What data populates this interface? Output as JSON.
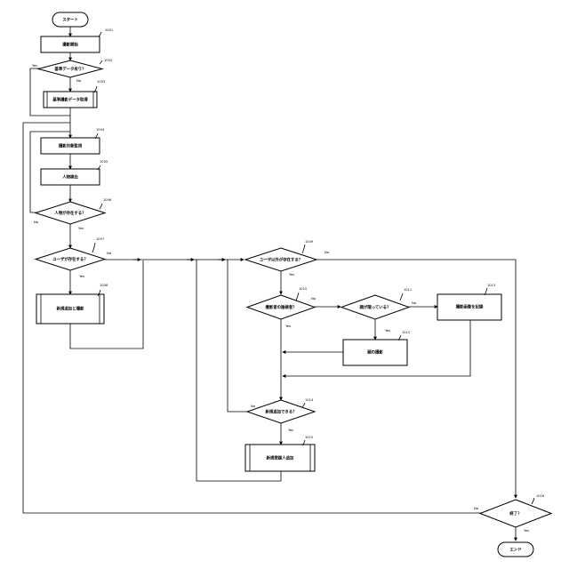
{
  "flowchart": {
    "start": "スタート",
    "end": "エンド",
    "s1": "撮影開始",
    "s1_ref": "1001",
    "d_base": "基準データ有り？",
    "d_base_ref": "1002",
    "s_base": "基準撮影データ取得",
    "s_base_ref": "1003",
    "s_mon": "撮影対象監視",
    "s_mon_ref": "1004",
    "s_person": "人物検出",
    "s_person_ref": "1005",
    "d_person": "人物が存在する？",
    "d_person_ref": "1006",
    "d_user": "ユーザが存在する？",
    "d_user_ref": "1007",
    "s_add": "新規追加と撮影",
    "s_add_ref": "1008",
    "d_notuser": "ユーザ以外が存在する？",
    "d_notuser_ref": "1009",
    "d_sus": "撮影者の誰検者？",
    "d_sus_ref": "1010",
    "d_mask": "顔が隠っている？",
    "d_mask_ref": "1011",
    "s_face": "顔の撮影",
    "s_face_ref": "1012",
    "s_record": "撮影画像を記録",
    "s_record_ref": "1013",
    "d_new": "新規追加できる？",
    "d_new_ref": "1014",
    "s_notify": "新規登録人追加",
    "s_notify_ref": "1015",
    "d_end": "終了？",
    "d_end_ref": "1016",
    "yes": "Yes",
    "no": "No"
  }
}
